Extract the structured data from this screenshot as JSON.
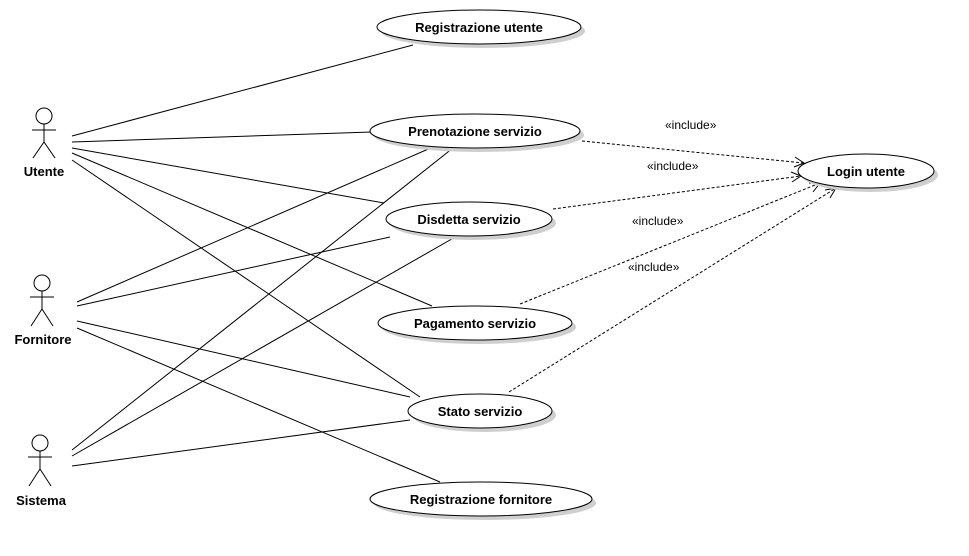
{
  "diagram": {
    "actors": [
      {
        "id": "utente",
        "label": "Utente"
      },
      {
        "id": "fornitore",
        "label": "Fornitore"
      },
      {
        "id": "sistema",
        "label": "Sistema"
      }
    ],
    "use_cases": [
      {
        "id": "registrazione-utente",
        "label": "Registrazione utente"
      },
      {
        "id": "prenotazione-servizio",
        "label": "Prenotazione servizio"
      },
      {
        "id": "disdetta-servizio",
        "label": "Disdetta servizio"
      },
      {
        "id": "pagamento-servizio",
        "label": "Pagamento servizio"
      },
      {
        "id": "stato-servizio",
        "label": "Stato servizio"
      },
      {
        "id": "registrazione-fornitore",
        "label": "Registrazione fornitore"
      },
      {
        "id": "login-utente",
        "label": "Login utente"
      }
    ],
    "associations": [
      {
        "actor": "utente",
        "use_case": "registrazione-utente"
      },
      {
        "actor": "utente",
        "use_case": "prenotazione-servizio"
      },
      {
        "actor": "utente",
        "use_case": "disdetta-servizio"
      },
      {
        "actor": "utente",
        "use_case": "pagamento-servizio"
      },
      {
        "actor": "utente",
        "use_case": "stato-servizio"
      },
      {
        "actor": "fornitore",
        "use_case": "prenotazione-servizio"
      },
      {
        "actor": "fornitore",
        "use_case": "disdetta-servizio"
      },
      {
        "actor": "fornitore",
        "use_case": "stato-servizio"
      },
      {
        "actor": "fornitore",
        "use_case": "registrazione-fornitore"
      },
      {
        "actor": "sistema",
        "use_case": "prenotazione-servizio"
      },
      {
        "actor": "sistema",
        "use_case": "disdetta-servizio"
      },
      {
        "actor": "sistema",
        "use_case": "stato-servizio"
      }
    ],
    "includes": [
      {
        "from": "prenotazione-servizio",
        "to": "login-utente",
        "label": "«include»"
      },
      {
        "from": "disdetta-servizio",
        "to": "login-utente",
        "label": "«include»"
      },
      {
        "from": "pagamento-servizio",
        "to": "login-utente",
        "label": "«include»"
      },
      {
        "from": "stato-servizio",
        "to": "login-utente",
        "label": "«include»"
      }
    ]
  }
}
